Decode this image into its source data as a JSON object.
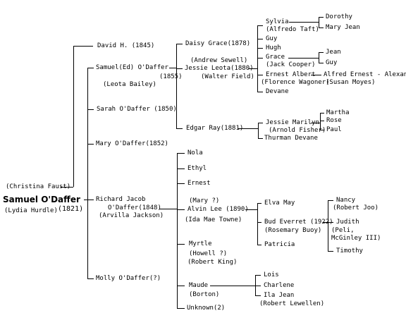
{
  "root": {
    "name": "Samuel O'Daffer",
    "year": "(1821)",
    "spouse_above": "(Christina Faust)",
    "spouse_below": "(Lydia Hurdle)"
  },
  "gen1": {
    "david": "David H. (1845)",
    "samuel_ed": "Samuel(Ed) O'Daffer",
    "samuel_ed_year": "(1855)",
    "samuel_ed_spouse": "(Leota Bailey)",
    "sarah": "Sarah O'Daffer (1850)",
    "mary": "Mary O'Daffer(1852)",
    "richard_line1": "Richard Jacob",
    "richard_line2": "O'Daffer(1848)",
    "richard_spouse": "(Arvilla Jackson)",
    "molly": "Molly O'Daffer(?)"
  },
  "ed_children": {
    "daisy": "Daisy Grace(1878)",
    "jessie_spouse1": "(Andrew Sewell)",
    "jessie": "Jessie Leota(1880)",
    "jessie_spouse2": "(Walter Field)",
    "edgar": "Edgar Ray(1881)"
  },
  "jessie_children": {
    "sylvia": "Sylvia",
    "sylvia_spouse": "(Alfredo Taft)",
    "guy1": "Guy",
    "hugh": "Hugh",
    "grace": "Grace",
    "grace_spouse": "(Jack Cooper)",
    "ernest": "Ernest Albert",
    "ernest_spouse": "(Florence Wagoner)",
    "devane": "Devane"
  },
  "grand_children": {
    "dorothy": "Dorothy",
    "mary_jean": "Mary Jean",
    "jean": "Jean",
    "guy2": "Guy",
    "alfred": "Alfred Ernest - Alexandra",
    "alfred_spouse": "(Susan Moyes)"
  },
  "edgar_children": {
    "jessie_marilyn": "Jessie Marilyn",
    "jm_spouse": "(Arnold Fisher)",
    "thurman": "Thurman Devane",
    "martha": "Martha",
    "rose": "Rose",
    "paul": "Paul"
  },
  "richard_children": {
    "nola": "Nola",
    "ethyl": "Ethyl",
    "ernest": "Ernest",
    "mary_q": "(Mary ?)",
    "alvin": "Alvin Lee (1890)",
    "alvin_spouse": "(Ida Mae Towne)",
    "myrtle": "Myrtle",
    "myrtle_spouse1": "(Howell ?)",
    "myrtle_spouse2": "(Robert King)",
    "maude": "Maude",
    "maude_spouse": "(Borton)",
    "unknown": "Unknown(2)"
  },
  "alvin_children": {
    "elva": "Elva May",
    "bud": "Bud Everret (1922)",
    "bud_spouse": "(Rosemary Buoy)",
    "patricia": "Patricia",
    "nancy": "Nancy",
    "nancy_spouse": "(Robert Joo)",
    "judith": "Judith",
    "judith_spouse1": "(Peli,",
    "judith_spouse2": "McGinley III)",
    "timothy": "Timothy"
  },
  "maude_children": {
    "lois": "Lois",
    "charlene": "Charlene",
    "ila": "Ila Jean",
    "ila_spouse": "(Robert Lewellen)"
  }
}
